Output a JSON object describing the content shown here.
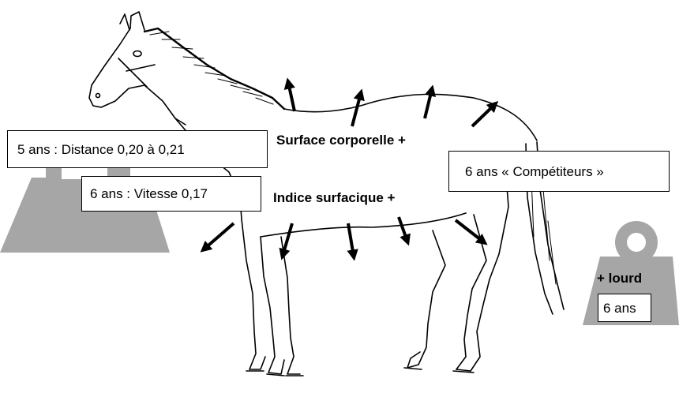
{
  "labels": {
    "distance": "5 ans : Distance 0,20 à 0,21",
    "vitesse": "6 ans : Vitesse 0,17",
    "surface_corporelle": "Surface corporelle +",
    "indice_surfacique": "Indice surfacique +",
    "competiteurs": "6 ans « Compétiteurs »",
    "lourd": "+ lourd",
    "six_ans": "6 ans"
  },
  "colors": {
    "weight_gray": "#a6a6a6",
    "ink": "#000000"
  },
  "icons": {
    "left_weight": "weight-icon",
    "right_weight": "weight-icon",
    "horse": "horse-drawing"
  }
}
